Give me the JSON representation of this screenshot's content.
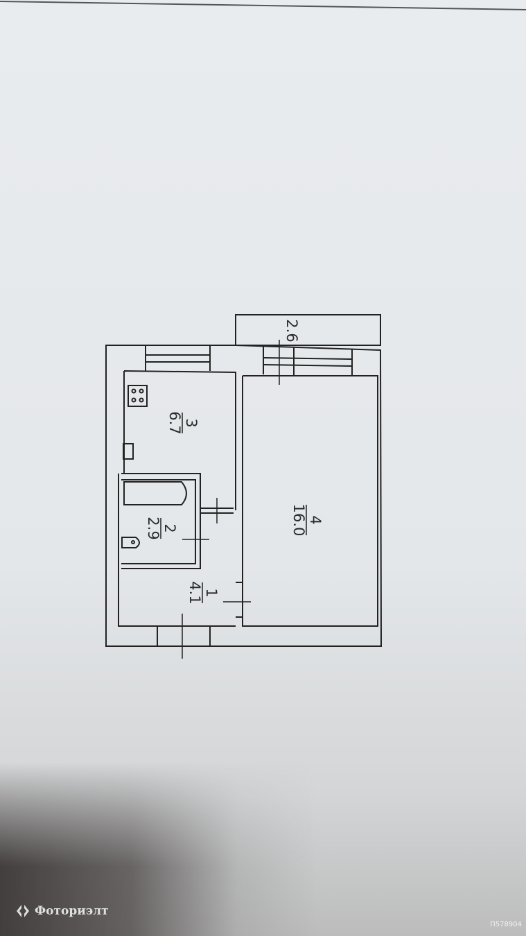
{
  "rooms": [
    {
      "number": "1",
      "area": "4.1"
    },
    {
      "number": "2",
      "area": "2.9"
    },
    {
      "number": "3",
      "area": "6.7"
    },
    {
      "number": "4",
      "area": "16.0"
    }
  ],
  "balcony": {
    "area": "2.6"
  },
  "watermark": {
    "brand": "Фоториэлт",
    "code": "П578904"
  }
}
